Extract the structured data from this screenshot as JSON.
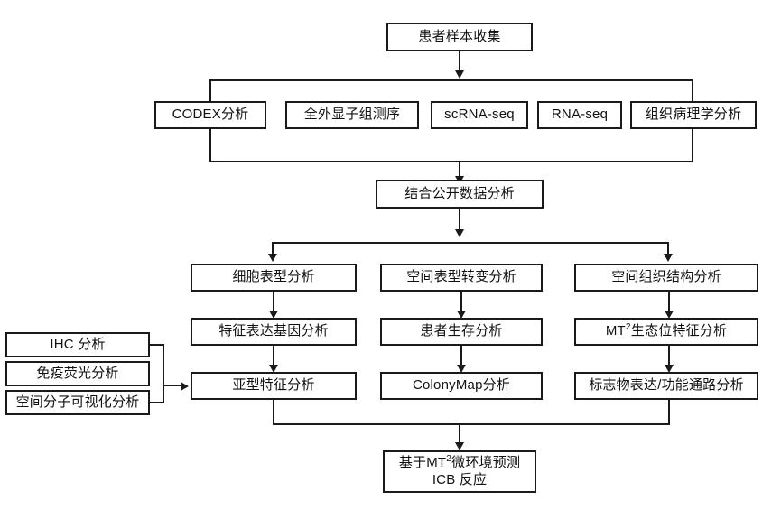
{
  "diagram": {
    "title": "Spatial multi-omics analysis workflow flowchart",
    "colors": {
      "stroke": "#1a1a1a",
      "background": "#ffffff",
      "text": "#111111"
    },
    "nodes": {
      "sample_collection": "患者样本收集",
      "assays": [
        "CODEX分析",
        "全外显子组测序",
        "scRNA-seq",
        "RNA-seq",
        "组织病理学分析"
      ],
      "public_data": "结合公开数据分析",
      "column1": [
        "细胞表型分析",
        "特征表达基因分析",
        "亚型特征分析"
      ],
      "column2": [
        "空间表型转变分析",
        "患者生存分析",
        "ColonyMap分析"
      ],
      "column3_row1": "空间组织结构分析",
      "column3_row2_pre": "MT",
      "column3_row2_sup": "2",
      "column3_row2_post": "生态位特征分析",
      "column3_row3": "标志物表达/功能通路分析",
      "validation": [
        "IHC 分析",
        "免疫荧光分析",
        "空间分子可视化分析"
      ],
      "outcome_line1_pre": "基于MT",
      "outcome_line1_sup": "2",
      "outcome_line1_post": "微环境预测",
      "outcome_line2": "ICB 反应"
    }
  }
}
